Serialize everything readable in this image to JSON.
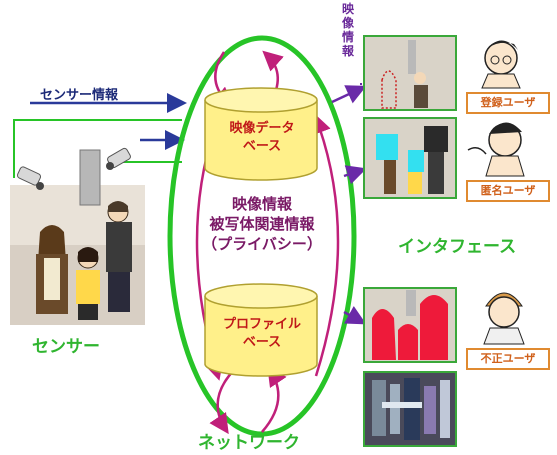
{
  "labels": {
    "sensor_info": "センサー情報",
    "video_info_vertical": "映像情報",
    "sensor": "センサー",
    "network": "ネットワーク",
    "interface": "インタフェース",
    "db_video_line1": "映像データ",
    "db_video_line2": "ベース",
    "db_profile_line1": "プロファイル",
    "db_profile_line2": "ベース",
    "center_line1": "映像情報",
    "center_line2": "被写体関連情報",
    "center_line3": "（プライバシー）",
    "user_registered": "登録ユーザ",
    "user_anonymous": "匿名ユーザ",
    "user_unauthorized": "不正ユーザ"
  },
  "colors": {
    "network_ring": "#27c427",
    "arrows_magenta": "#c0207a",
    "arrows_purple": "#6a2aa8",
    "arrows_navy": "#2a3a9a",
    "db_fill": "#fff08a",
    "panel_border": "#3aa83a",
    "user_box_border": "#e08a30"
  }
}
